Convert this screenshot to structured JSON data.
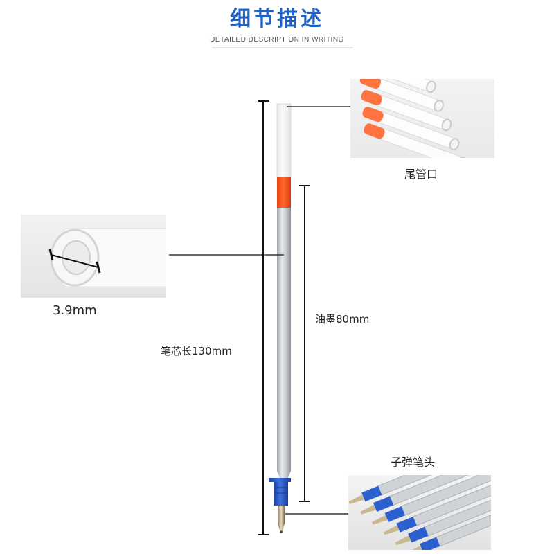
{
  "header": {
    "title": "细节描述",
    "subtitle": "DETAILED DESCRIPTION IN WRITING"
  },
  "callouts": {
    "tail_label": "尾管口",
    "diameter_label": "3.9mm",
    "ink_label": "油墨80mm",
    "length_label": "笔芯长130mm",
    "tip_label": "子弹笔头"
  },
  "colors": {
    "title": "#1e64c8",
    "refill_barrel": "#c9cdd3",
    "refill_end_orange": "#ff5a1e",
    "tip_blue": "#2255c8"
  }
}
